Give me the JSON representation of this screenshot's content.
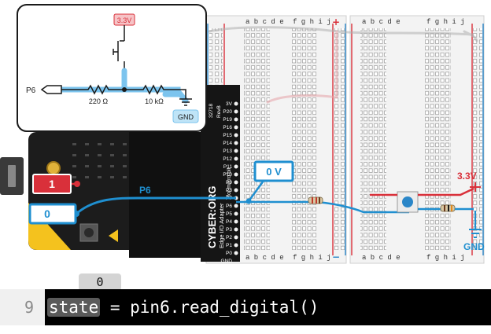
{
  "schematic": {
    "supply_label": "3.3V",
    "pin_label": "P6",
    "r1_label": "220 Ω",
    "r2_label": "10 kΩ",
    "ground_label": "GND"
  },
  "microbit": {
    "pin_value_label": "1",
    "read_value_label": "0",
    "wire_label": "P6"
  },
  "adapter": {
    "brand": "CYBER:ORG",
    "title": "Edge I/O Adapter",
    "subtitle": "for micro:bit",
    "part_no": "32718",
    "rev": "RevB",
    "pins": [
      "3V",
      "P20",
      "P19",
      "P16",
      "P15",
      "P14",
      "P13",
      "P12",
      "P11",
      "P10",
      "P9",
      "P8",
      "P7",
      "P6",
      "P5",
      "P4",
      "P3",
      "P2",
      "P1",
      "P0",
      "GND"
    ]
  },
  "breadboard": {
    "columns_left": [
      "a",
      "b",
      "c",
      "d",
      "e"
    ],
    "columns_right": [
      "f",
      "g",
      "h",
      "i",
      "j"
    ],
    "plus": "+",
    "minus": "−",
    "voltage_probe": "0 V",
    "rail_supply_label": "3.3V",
    "rail_ground_label": "GND"
  },
  "code": {
    "line_number": "9",
    "variable": "state",
    "rest": " = pin6.read_digital()",
    "state_value": "0"
  },
  "colors": {
    "wire_blue": "#1f8fd0",
    "wire_red": "#d9303a",
    "label_red": "#d9303a",
    "label_blue": "#1f8fd0",
    "microbit_black": "#1c1c1c",
    "microbit_yellow": "#f4c21e"
  }
}
